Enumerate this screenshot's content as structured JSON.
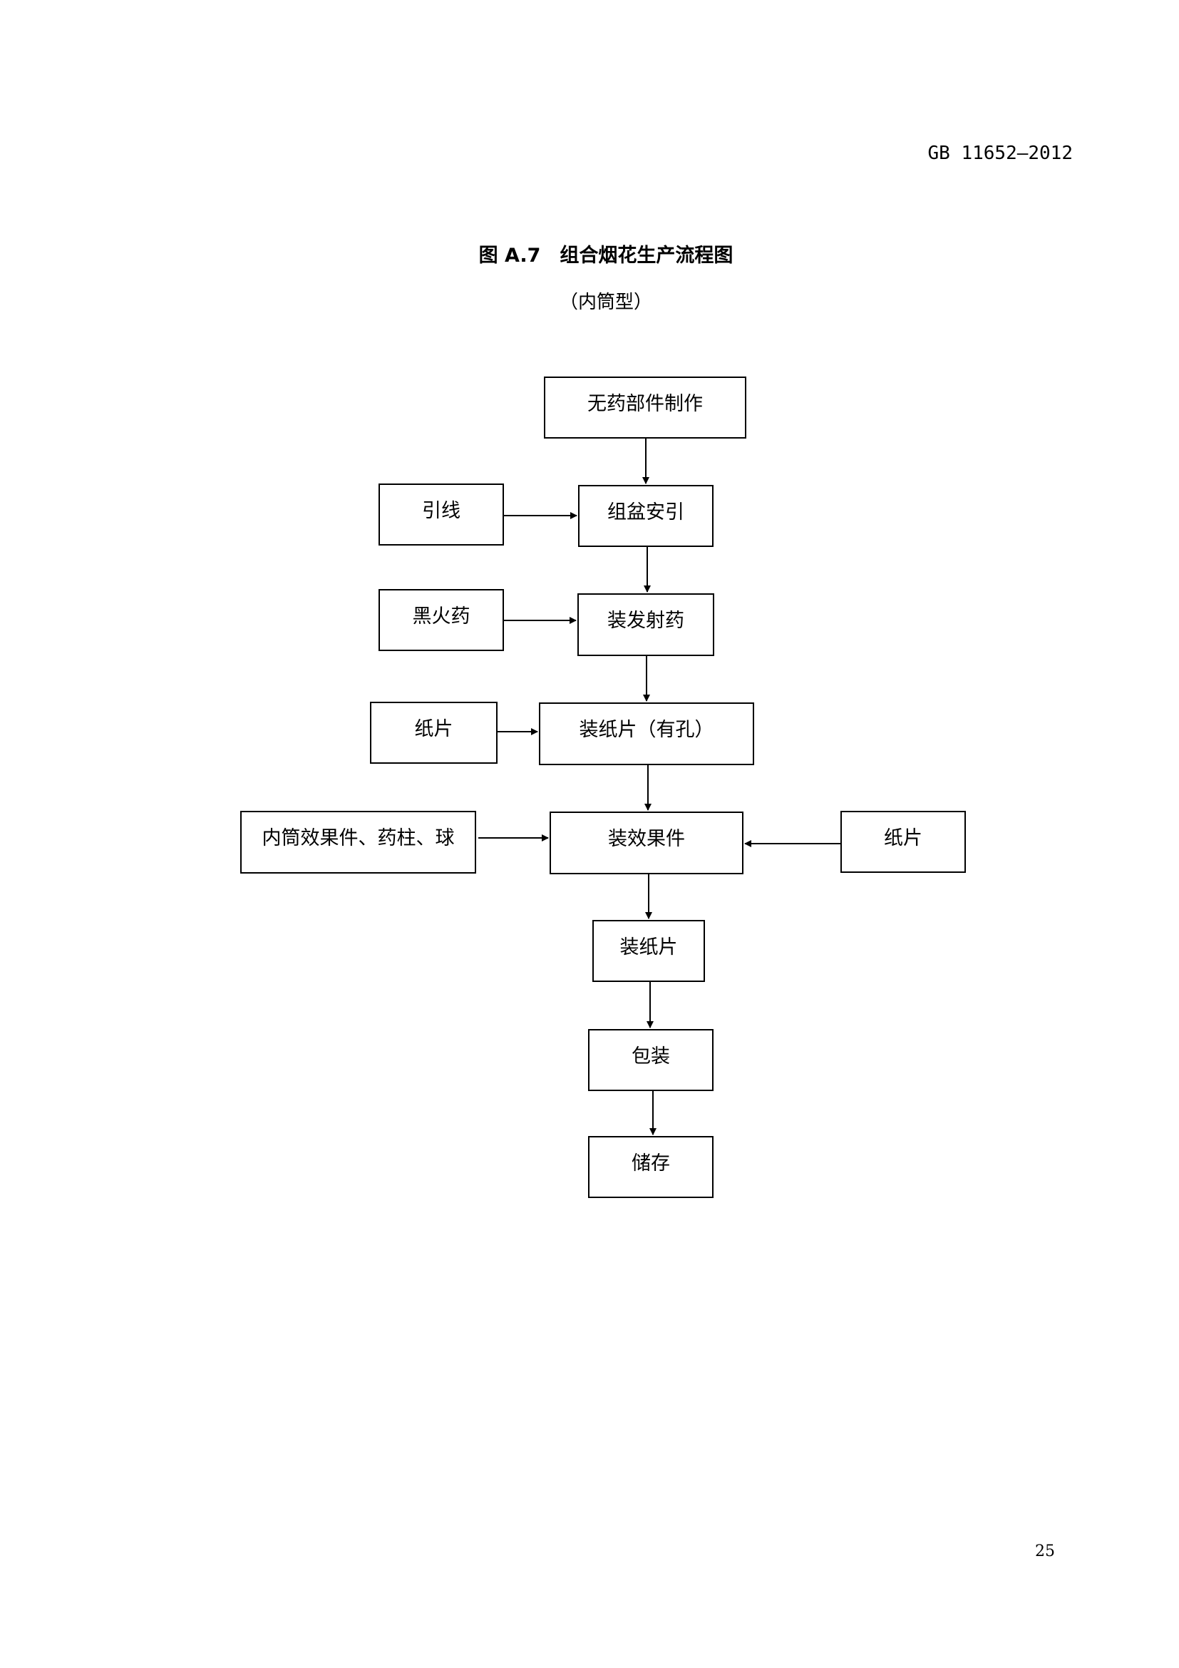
{
  "header": {
    "standard_code": "GB 11652—2012"
  },
  "figure": {
    "title": "图 A.7　组合烟花生产流程图",
    "subtitle": "（内筒型）"
  },
  "nodes": {
    "n1": "无药部件制作",
    "n2": "组盆安引",
    "n3": "装发射药",
    "n4": "装纸片（有孔）",
    "n5": "装效果件",
    "n6": "装纸片",
    "n7": "包装",
    "n8": "储存",
    "in1": "引线",
    "in2": "黑火药",
    "in3": "纸片",
    "in4": "内筒效果件、药柱、球",
    "in5": "纸片"
  },
  "footer": {
    "page_number": "25"
  }
}
